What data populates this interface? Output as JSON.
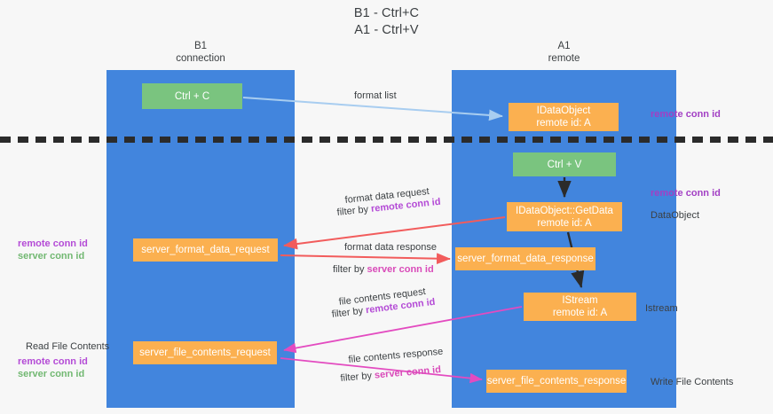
{
  "title": {
    "line1": "B1 - Ctrl+C",
    "line2": "A1 - Ctrl+V"
  },
  "columns": [
    {
      "name": "b1",
      "line1": "B1",
      "line2": "connection"
    },
    {
      "name": "a1",
      "line1": "A1",
      "line2": "remote"
    }
  ],
  "colors": {
    "lane": "#4285dd",
    "node_green": "#7ac47f",
    "node_orange": "#fbb050",
    "remote_conn_id": "#b44bd6",
    "server_conn_id_pink": "#d94bb9",
    "server_conn_id_green": "#72b872",
    "edge_blue": "#a8cdf0",
    "edge_red": "#f25c5c",
    "edge_magenta": "#e34bc0",
    "edge_black": "#2b2b2b",
    "background": "#f7f7f7",
    "text": "#3c4043"
  },
  "nodes": {
    "ctrl_c": {
      "label": "Ctrl + C",
      "style": "green"
    },
    "idataobject_top": {
      "line1": "IDataObject",
      "line2": "remote id: A",
      "style": "orange"
    },
    "ctrl_v": {
      "label": "Ctrl + V",
      "style": "green"
    },
    "getdata": {
      "line1": "IDataObject::GetData",
      "line2": "remote id: A",
      "style": "orange"
    },
    "server_format_data_request": {
      "label": "server_format_data_request",
      "style": "orange"
    },
    "server_format_data_response": {
      "label": "server_format_data_response",
      "style": "orange"
    },
    "istream": {
      "line1": "IStream",
      "line2": "remote id: A",
      "style": "orange"
    },
    "server_file_contents_request": {
      "label": "server_file_contents_request",
      "style": "orange"
    },
    "server_file_contents_response": {
      "label": "server_file_contents_response",
      "style": "orange"
    }
  },
  "edge_labels": {
    "format_list": "format list",
    "format_data_request": "format data request",
    "format_data_request_filter_prefix": "filter by ",
    "format_data_request_filter_key": "remote conn id",
    "format_data_response": "format data response",
    "format_data_response_filter_prefix": "filter by ",
    "format_data_response_filter_key": "server conn id",
    "file_contents_request": "file contents request",
    "file_contents_request_filter_prefix": "filter by ",
    "file_contents_request_filter_key": "remote conn id",
    "file_contents_response": "file contents response",
    "file_contents_response_filter_prefix": "filter by ",
    "file_contents_response_filter_key": "server conn id"
  },
  "annotations": {
    "right": [
      {
        "name": "remote-conn-id-top",
        "text": "remote conn id",
        "style": "remote"
      },
      {
        "name": "remote-conn-id-getdata",
        "text": "remote conn id",
        "style": "remote"
      },
      {
        "name": "dataobject",
        "text": "DataObject",
        "style": "plain"
      },
      {
        "name": "istream",
        "text": "Istream",
        "style": "plain"
      },
      {
        "name": "write-file-contents",
        "text": "Write File Contents",
        "style": "plain"
      }
    ],
    "left": {
      "conn_ids_mid": {
        "remote": "remote conn id",
        "server": "server conn id"
      },
      "read_file_contents": "Read File Contents",
      "conn_ids_bottom": {
        "remote": "remote conn id",
        "server": "server conn id"
      }
    }
  }
}
